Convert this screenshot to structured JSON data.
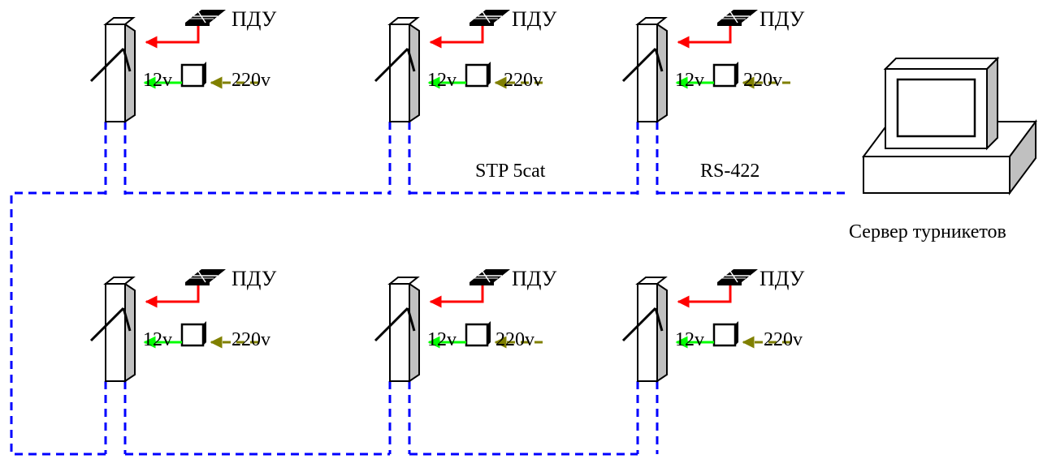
{
  "labels": {
    "pdu": "ПДУ",
    "v12": "12v",
    "v220": "220v",
    "cable": "STP 5cat",
    "protocol": "RS-422",
    "server": "Сервер турникетов"
  },
  "colors": {
    "control_line": "#ff0000",
    "power_12v_line": "#00ff00",
    "power_220v_line": "#808000",
    "network_line": "#0000ff",
    "turnstile_side": "#c0c0c0",
    "server_side": "#c0c0c0"
  },
  "turnstiles": [
    {
      "row": "top",
      "column": 1
    },
    {
      "row": "top",
      "column": 2
    },
    {
      "row": "top",
      "column": 3
    },
    {
      "row": "bottom",
      "column": 1
    },
    {
      "row": "bottom",
      "column": 2
    },
    {
      "row": "bottom",
      "column": 3
    }
  ]
}
